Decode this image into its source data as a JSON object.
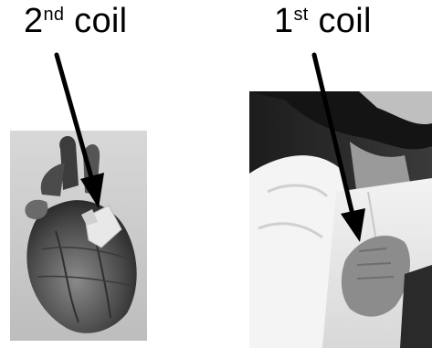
{
  "labels": {
    "second": {
      "base": "2",
      "sup": "nd",
      "word": " coil"
    },
    "first": {
      "base": "1",
      "sup": "st",
      "word": " coil"
    }
  },
  "images": {
    "heart": {
      "icon": "heart-model-photo"
    },
    "person": {
      "icon": "person-chest-photo"
    }
  },
  "colors": {
    "arrow": "#000000",
    "text": "#000000",
    "background": "#ffffff"
  }
}
